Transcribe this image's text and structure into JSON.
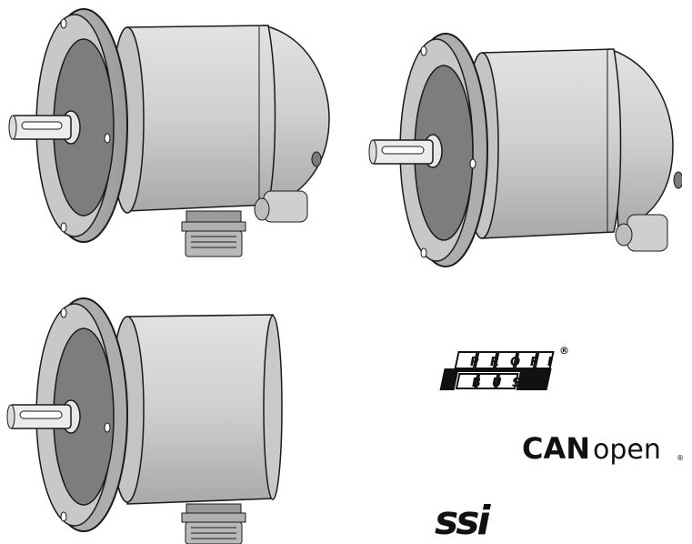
{
  "products": [
    {
      "name": "encoder-with-two-connectors"
    },
    {
      "name": "encoder-with-cable-gland"
    },
    {
      "name": "encoder-with-single-connector"
    }
  ],
  "logos": {
    "profibus": {
      "line1": [
        "P",
        "R",
        "O",
        "F",
        "I"
      ],
      "line2": [
        "B",
        "U",
        "S"
      ],
      "registered": "®"
    },
    "canopen": {
      "bold": "CAN",
      "light": "open",
      "registered": "®"
    },
    "ssi": {
      "text": "ssi"
    }
  },
  "colors": {
    "body_light": "#d6d6d6",
    "body_mid": "#b5b5b5",
    "body_dark": "#8a8a8a",
    "face_dark": "#7d7d7d",
    "outline": "#1a1a1a",
    "logo": "#111111"
  }
}
